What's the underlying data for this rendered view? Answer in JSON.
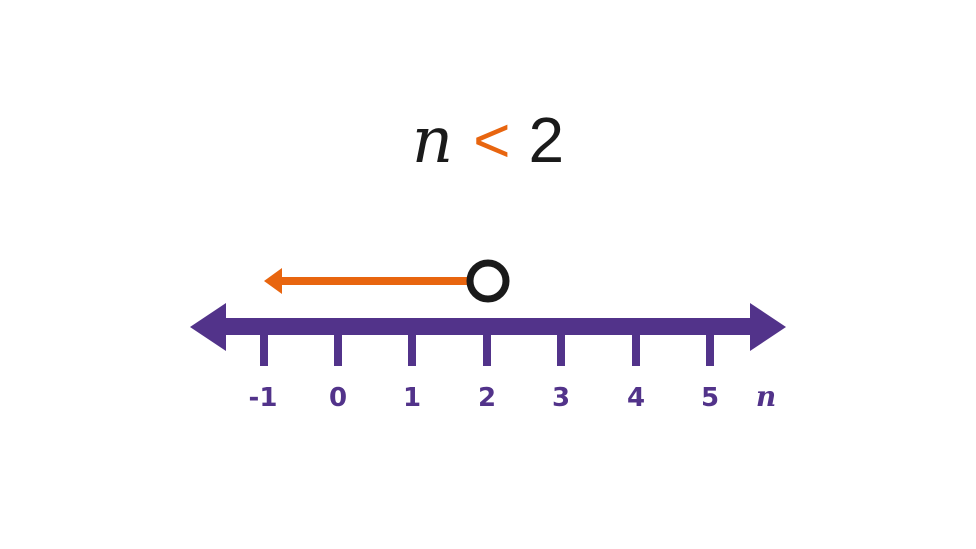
{
  "inequality": {
    "variable": "n",
    "operator": "<",
    "value": "2"
  },
  "number_line": {
    "axis_variable": "n",
    "ticks": [
      "-1",
      "0",
      "1",
      "2",
      "3",
      "4",
      "5"
    ],
    "solution": {
      "boundary": 2,
      "boundary_type": "open-circle",
      "direction": "left"
    }
  },
  "colors": {
    "axis": "#52338a",
    "solution_arrow": "#e8650f",
    "operator": "#e8650f",
    "text": "#1a1a1a",
    "circle": "#1a1a1a"
  }
}
